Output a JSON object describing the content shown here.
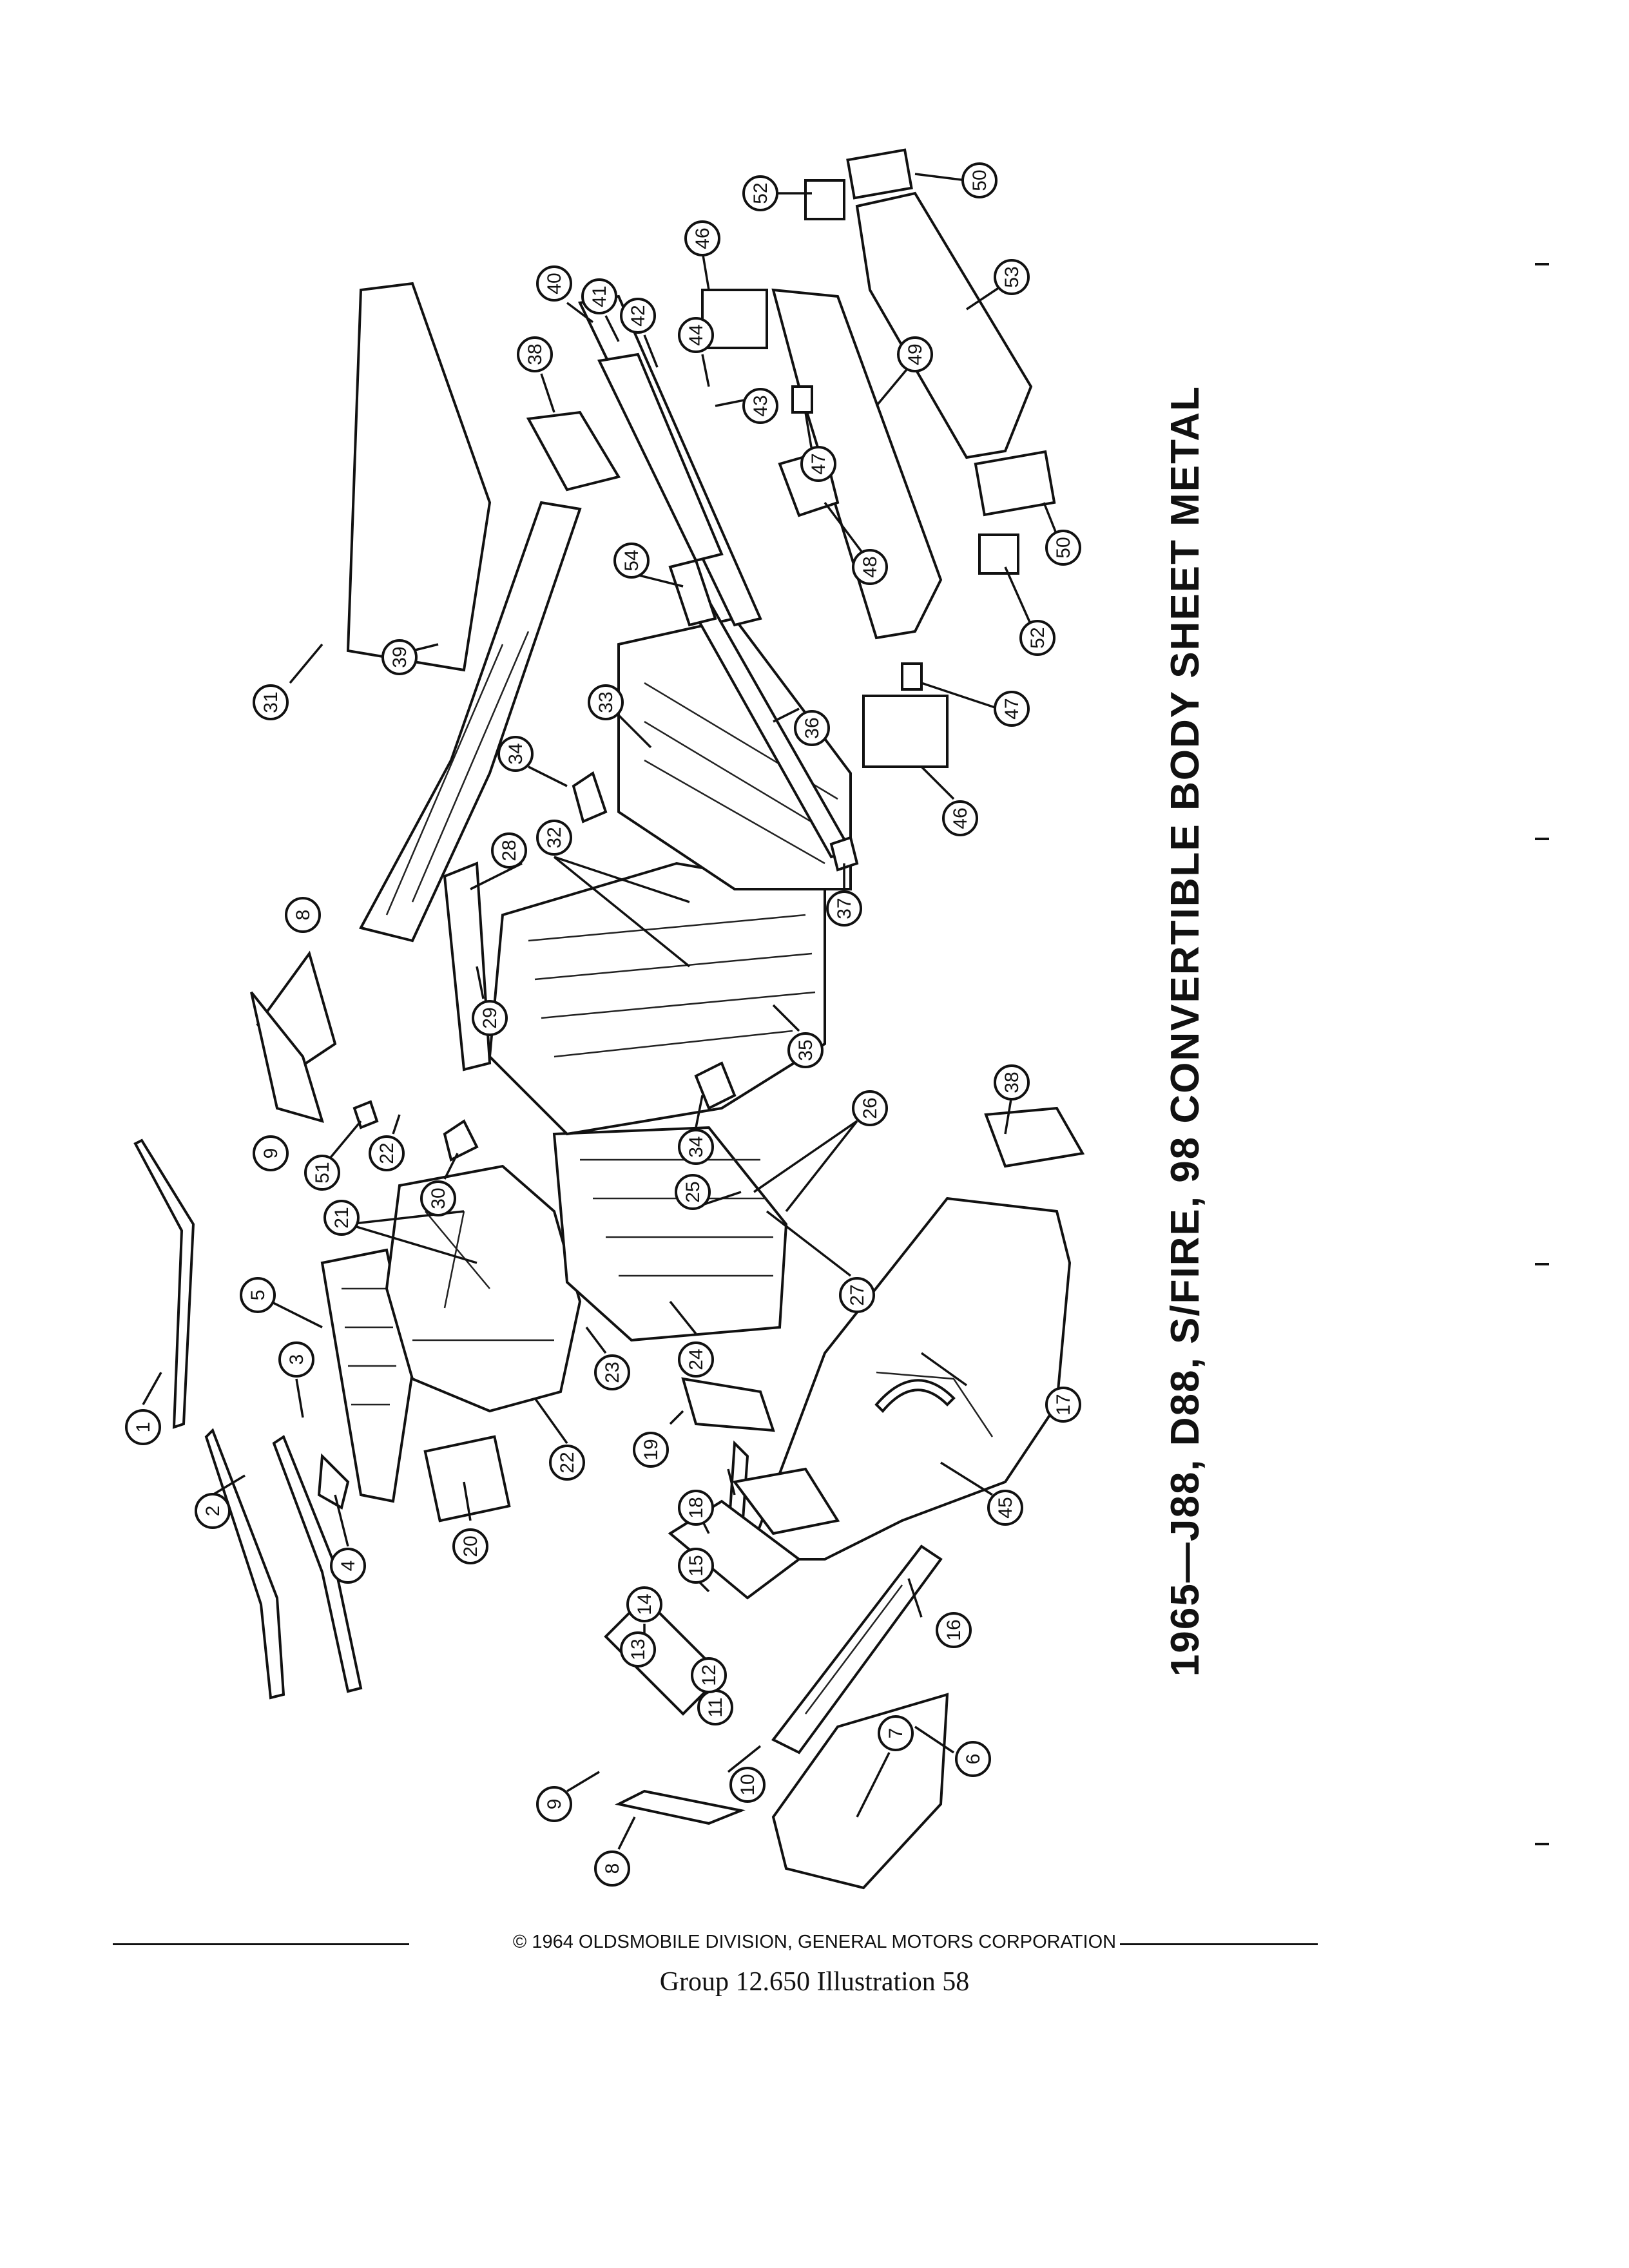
{
  "document": {
    "title": "1965—J88, D88, S/FIRE, 98 CONVERTIBLE BODY SHEET METAL",
    "copyright": "© 1964 OLDSMOBILE DIVISION, GENERAL MOTORS CORPORATION",
    "group_reference": "Group 12.650   Illustration 58"
  },
  "diagram": {
    "callouts": [
      "1",
      "2",
      "3",
      "4",
      "5",
      "6",
      "7",
      "8",
      "8",
      "9",
      "9",
      "10",
      "11",
      "12",
      "13",
      "14",
      "15",
      "16",
      "17",
      "18",
      "19",
      "20",
      "21",
      "22",
      "22",
      "23",
      "24",
      "25",
      "26",
      "27",
      "28",
      "29",
      "30",
      "31",
      "32",
      "33",
      "34",
      "34",
      "35",
      "36",
      "37",
      "38",
      "38",
      "39",
      "40",
      "41",
      "42",
      "43",
      "44",
      "45",
      "46",
      "46",
      "47",
      "47",
      "48",
      "49",
      "50",
      "50",
      "51",
      "52",
      "52",
      "53",
      "54"
    ]
  }
}
